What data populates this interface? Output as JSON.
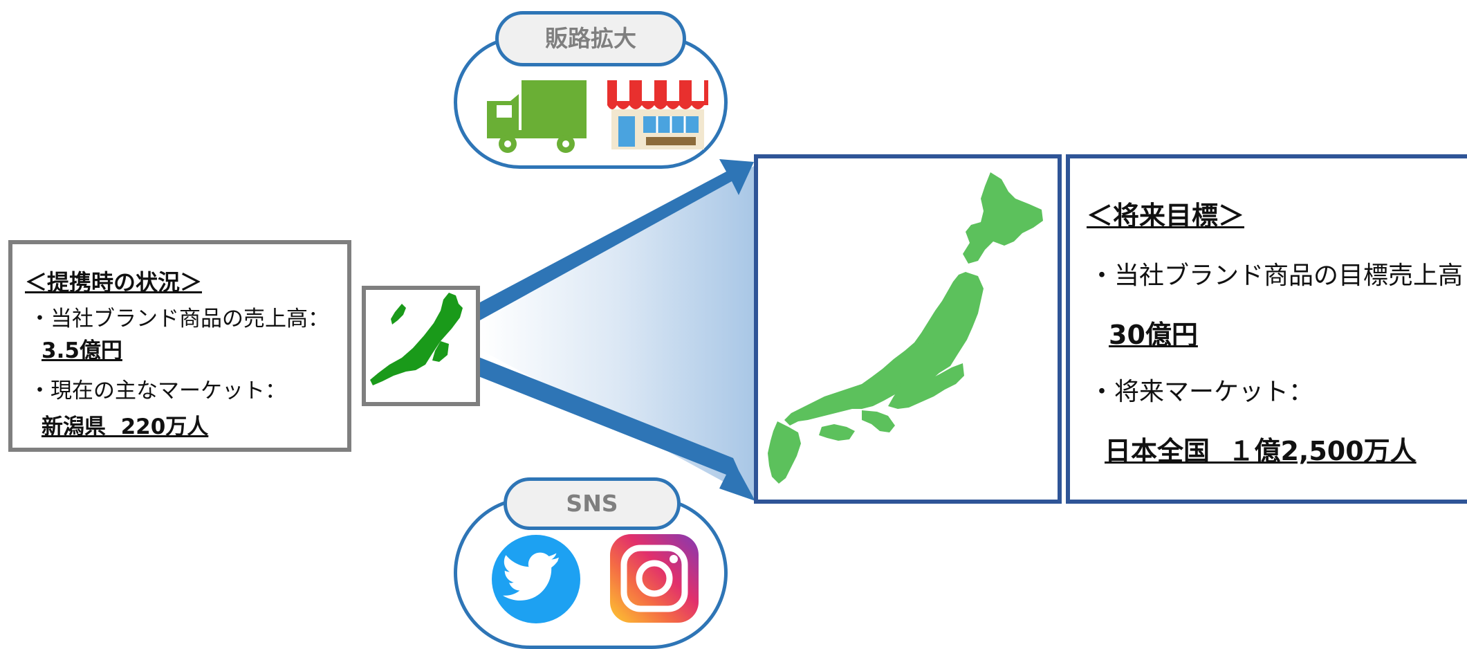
{
  "current_status": {
    "heading": "＜提携時の状況＞",
    "sales_label": "・当社ブランド商品の売上高：",
    "sales_value": "3.5億円",
    "market_label": "・現在の主なマーケット：",
    "market_value": "新潟県  220万人"
  },
  "future_goal": {
    "heading": "＜将来目標＞",
    "sales_label": "・当社ブランド商品の目標売上高：",
    "sales_value": "30億円",
    "market_label": "・将来マーケット：",
    "market_value": "日本全国  １億2,500万人"
  },
  "channels_bubble": {
    "label": "販路拡大",
    "icons": [
      "truck-icon",
      "store-icon"
    ]
  },
  "sns_bubble": {
    "label": "SNS",
    "icons": [
      "twitter-icon",
      "instagram-icon"
    ]
  },
  "colors": {
    "frame_gray": "#7f7f7f",
    "frame_blue": "#2f5597",
    "arrow_blue": "#2e75b6",
    "niigata_green": "#1a9a1a",
    "japan_green": "#5cc15c",
    "truck_green": "#6aaf35",
    "awning_red": "#e8302e"
  }
}
